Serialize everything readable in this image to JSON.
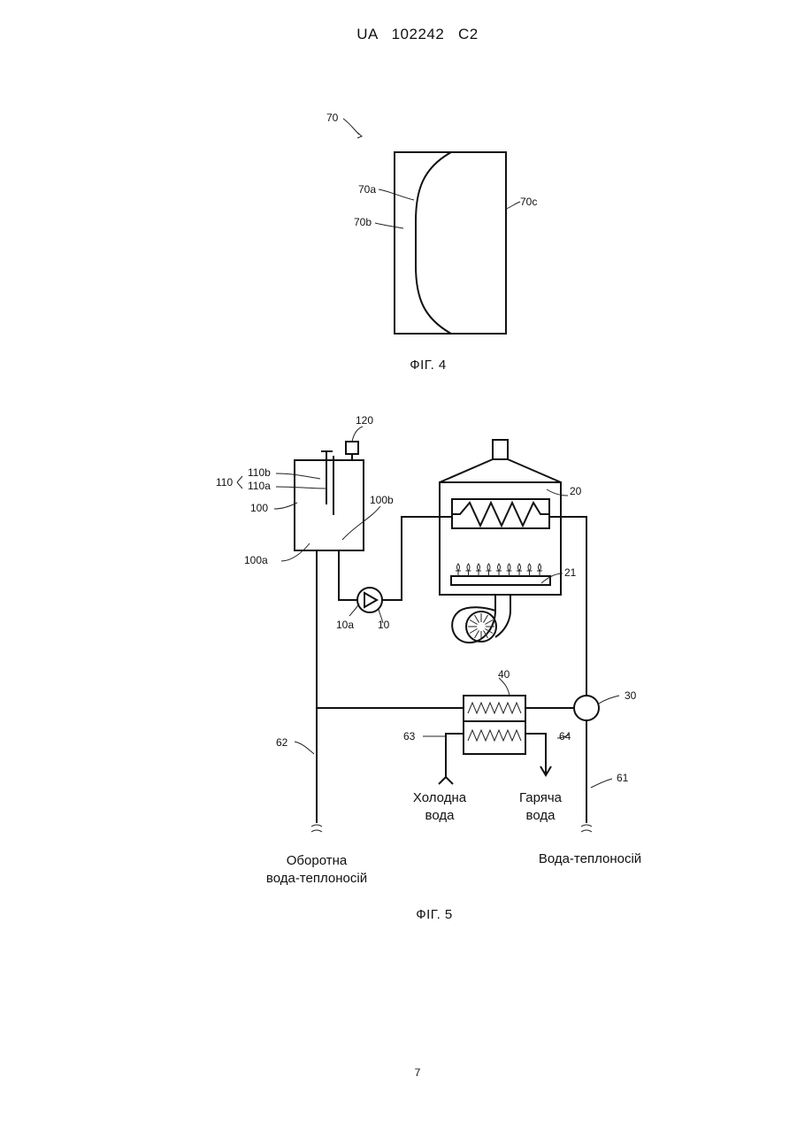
{
  "header": {
    "patent_number": "UA   102242   C2"
  },
  "figure4": {
    "caption": "ФІГ. 4",
    "labels": {
      "ref70": "70",
      "ref70a": "70a",
      "ref70b": "70b",
      "ref70c": "70c"
    }
  },
  "figure5": {
    "caption": "ФІГ. 5",
    "labels": {
      "ref120": "120",
      "ref110": "110",
      "ref110b": "110b",
      "ref110a": "110a",
      "ref100": "100",
      "ref100b": "100b",
      "ref100a": "100a",
      "ref20": "20",
      "ref21": "21",
      "ref10a": "10a",
      "ref10": "10",
      "ref40": "40",
      "ref30": "30",
      "ref62": "62",
      "ref63": "63",
      "ref64": "64",
      "ref61": "61"
    },
    "text": {
      "cold_water_1": "Холодна",
      "cold_water_2": "вода",
      "hot_water_1": "Гаряча",
      "hot_water_2": "вода",
      "return_water_1": "Оборотна",
      "return_water_2": "вода-теплоносій",
      "heat_carrier": "Вода-теплоносій"
    }
  },
  "footer": {
    "page_number": "7"
  }
}
